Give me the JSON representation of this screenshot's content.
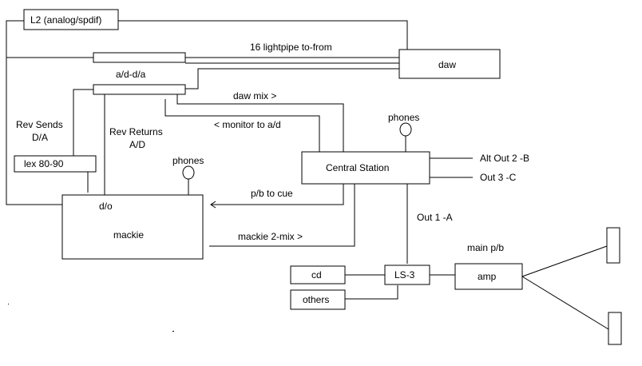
{
  "diagram": {
    "nodes": {
      "l2": "L2 (analog/spdif)",
      "daw": "daw",
      "ad_da": "a/d-d/a",
      "lex": "lex 80-90",
      "central": "Central Station",
      "mackie": "mackie",
      "mackie_do": "d/o",
      "cd": "cd",
      "others": "others",
      "ls3": "LS-3",
      "amp": "amp"
    },
    "labels": {
      "lightpipe": "16 lightpipe to-from",
      "daw_mix": "daw mix >",
      "monitor": "< monitor to a/d",
      "rev_sends_1": "Rev Sends",
      "rev_sends_2": "D/A",
      "rev_returns_1": "Rev Returns",
      "rev_returns_2": "A/D",
      "phones_central": "phones",
      "phones_mackie": "phones",
      "alt_out": "Alt Out 2 -B",
      "out3": "Out 3 -C",
      "out1": "Out 1 -A",
      "pb_cue": "p/b to cue",
      "mackie_2mix": "mackie 2-mix >",
      "main_pb": "main p/b"
    }
  }
}
